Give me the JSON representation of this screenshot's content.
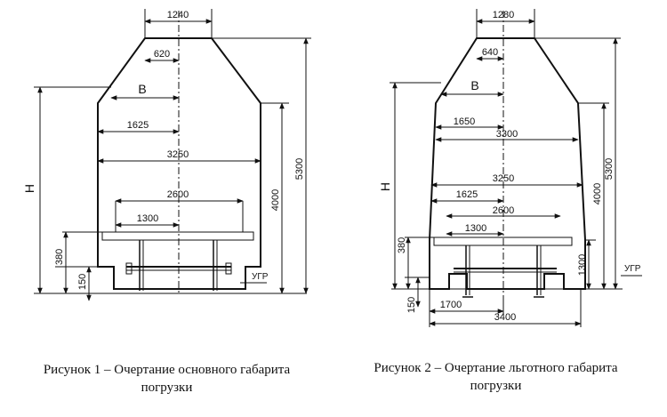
{
  "figure1": {
    "caption_line1": "Рисунок 1 – Очертание основного габарита",
    "caption_line2": "погрузки",
    "dims": {
      "top_width": "1240",
      "half_top": "620",
      "b_label": "В",
      "half_width": "1625",
      "full_width": "3250",
      "inner_width": "2600",
      "half_inner": "1300",
      "h_label": "H",
      "h380": "380",
      "h150": "150",
      "h4000": "4000",
      "h5300": "5300",
      "ugr": "УГР"
    }
  },
  "figure2": {
    "caption_line1": "Рисунок 2 – Очертание льготного габарита",
    "caption_line2": "погрузки",
    "dims": {
      "top_width": "1280",
      "half_top": "640",
      "b_label": "В",
      "half_width_top": "1650",
      "full_width_top": "3300",
      "full_width": "3250",
      "half_width": "1625",
      "inner_width": "2600",
      "half_inner": "1300",
      "h_label": "H",
      "h380": "380",
      "h150": "150",
      "h1300": "1300",
      "h4000": "4000",
      "h5300": "5300",
      "ugr": "УГР",
      "bottom_half": "1700",
      "bottom_full": "3400"
    }
  }
}
